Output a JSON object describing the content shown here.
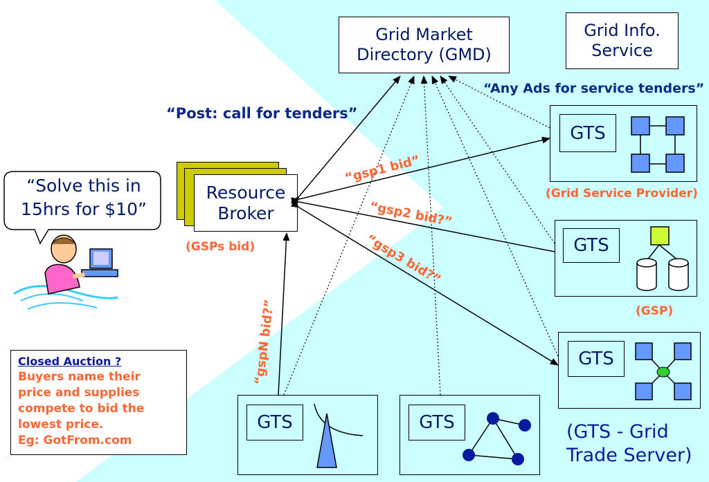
{
  "gmd": {
    "line1": "Grid Market",
    "line2": "Directory (GMD)"
  },
  "gis": {
    "line1": "Grid Info.",
    "line2": "Service"
  },
  "broker": {
    "line1": "Resource",
    "line2": "Broker"
  },
  "speech": {
    "line1": "“Solve this in",
    "line2": "15hrs for $10”"
  },
  "labels": {
    "post": "“Post: call for tenders”",
    "ads": "“Any Ads for service tenders”",
    "gsp1": "“gsp1 bid”",
    "gsp2": "“gsp2 bid?”",
    "gsp3": "“gsp3 bid?”",
    "gspN": "“gspN bid?”",
    "gsps_bid": "(GSPs bid)",
    "grid_service_provider": "(Grid Service Provider)",
    "gsp": "(GSP)",
    "gts_def1": "(GTS - Grid",
    "gts_def2": "Trade Server)"
  },
  "gts_label": "GTS",
  "auction": {
    "title": "Closed Auction ?",
    "lines": [
      "Buyers name their",
      "price and supplies",
      "compete to bid the",
      "lowest price.",
      "Eg: GotFrom.com"
    ]
  },
  "colors": {
    "cyan_bg": "#ccffff",
    "navy": "#0a2a8a",
    "orange": "#ff6633",
    "node_blue": "#6699ff",
    "dark_blue": "#0a1aa0",
    "yellow": "#ccff33",
    "green": "#33cc33"
  },
  "icons": [
    "user-at-computer-icon",
    "stacked-documents-icon",
    "network-grid-icon",
    "database-icon",
    "star-network-icon",
    "triangle-network-icon",
    "satellite-dish-icon"
  ]
}
